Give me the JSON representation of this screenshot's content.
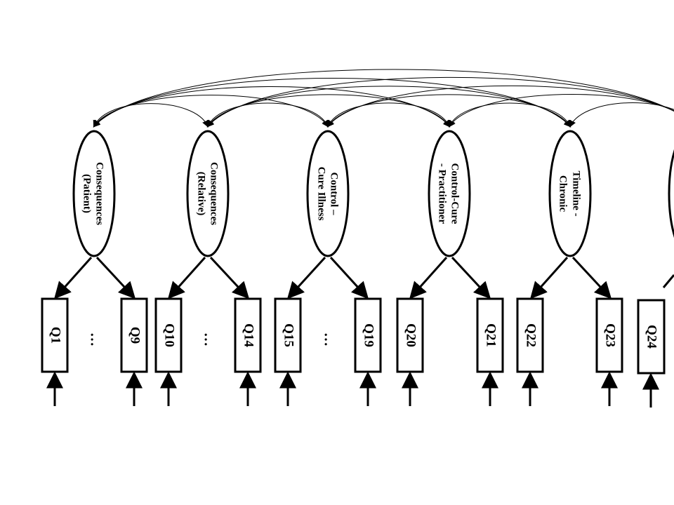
{
  "factors": [
    {
      "id": "f1",
      "lines": [
        "Consequences",
        "(Patient)"
      ]
    },
    {
      "id": "f2",
      "lines": [
        "Consequences",
        "(Relative)"
      ]
    },
    {
      "id": "f3",
      "lines": [
        "Control –",
        "Cure Illness"
      ]
    },
    {
      "id": "f4",
      "lines": [
        "Control-Cure",
        "- Practitioner"
      ]
    },
    {
      "id": "f5",
      "lines": [
        "Timeline -",
        "Chronic"
      ]
    },
    {
      "id": "f6",
      "lines": []
    }
  ],
  "indicators": [
    "Q1",
    "Q9",
    "Q10",
    "Q14",
    "Q15",
    "Q19",
    "Q20",
    "Q21",
    "Q22",
    "Q23",
    "Q24"
  ],
  "ellipsis_symbol": "…",
  "colors": {
    "stroke": "#000000",
    "background": "#ffffff"
  }
}
